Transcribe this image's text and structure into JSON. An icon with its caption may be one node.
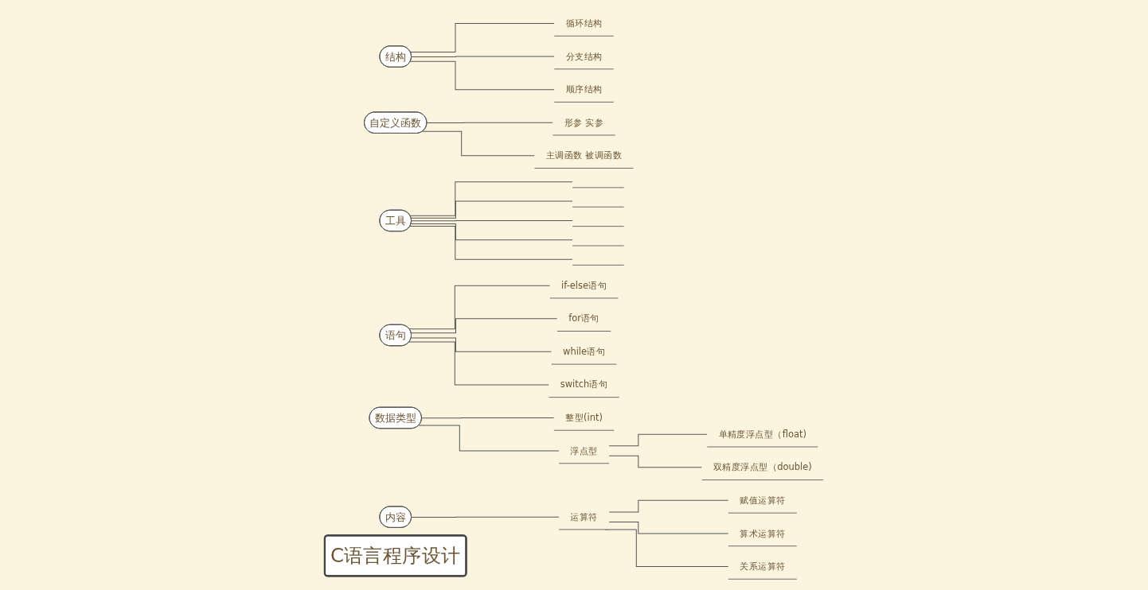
{
  "diagram": {
    "nodes": [
      {
        "text": [
          "结构"
        ]
      },
      {
        "text": [
          "循环结构"
        ]
      },
      {
        "text": [
          "分支结构"
        ]
      },
      {
        "text": [
          "顺序结构"
        ]
      },
      {
        "text": [
          "数据类型"
        ]
      },
      {
        "text": [
          "整型(int)"
        ]
      },
      {
        "text": [
          "浮点型"
        ]
      },
      {
        "text": [
          "单精度浮点型（float)"
        ]
      },
      {
        "text": [
          "双精度浮点型（double)"
        ]
      },
      {
        "text": [
          "自定义函数"
        ]
      },
      {
        "text": [
          "形参 实参"
        ]
      },
      {
        "text": [
          "主调函数 被调函数"
        ]
      },
      {
        "text": [
          "C语言程序设计"
        ]
      },
      {
        "text": [
          "工具"
        ]
      },
      {
        "text": [],
        "shape": "line"
      },
      {
        "text": [],
        "shape": "line"
      },
      {
        "text": [],
        "shape": "line"
      },
      {
        "text": [],
        "shape": "line"
      },
      {
        "text": [],
        "shape": "line"
      },
      {
        "text": [
          "语句"
        ]
      },
      {
        "text": [
          "if-else语句"
        ]
      },
      {
        "text": [
          "for语句"
        ]
      },
      {
        "text": [
          "while语句"
        ]
      },
      {
        "text": [
          "switch语句"
        ]
      },
      {
        "text": [
          "内容"
        ]
      },
      {
        "text": [
          "运算符"
        ]
      },
      {
        "text": [
          "赋值运算符"
        ]
      },
      {
        "text": [
          "算术运算符"
        ]
      },
      {
        "text": [
          "关系运算符"
        ]
      }
    ],
    "edges": [
      {
        "from": 0,
        "to": 1,
        "arrow": "none"
      },
      {
        "from": 0,
        "to": 2,
        "arrow": "none"
      },
      {
        "from": 0,
        "to": 3,
        "arrow": "none"
      },
      {
        "from": 4,
        "to": 5,
        "arrow": "none"
      },
      {
        "from": 4,
        "to": 6,
        "arrow": "none"
      },
      {
        "from": 6,
        "to": 7,
        "arrow": "none"
      },
      {
        "from": 6,
        "to": 8,
        "arrow": "none"
      },
      {
        "from": 9,
        "to": 10,
        "arrow": "none"
      },
      {
        "from": 9,
        "to": 11,
        "arrow": "none"
      },
      {
        "from": 13,
        "to": 14,
        "arrow": "none"
      },
      {
        "from": 13,
        "to": 15,
        "arrow": "none"
      },
      {
        "from": 13,
        "to": 16,
        "arrow": "none"
      },
      {
        "from": 13,
        "to": 17,
        "arrow": "none"
      },
      {
        "from": 13,
        "to": 18,
        "arrow": "none"
      },
      {
        "from": 19,
        "to": 20,
        "arrow": "none"
      },
      {
        "from": 19,
        "to": 21,
        "arrow": "none"
      },
      {
        "from": 19,
        "to": 22,
        "arrow": "none"
      },
      {
        "from": 19,
        "to": 23,
        "arrow": "none"
      },
      {
        "from": 24,
        "to": 25,
        "arrow": "none"
      },
      {
        "from": 25,
        "to": 26,
        "arrow": "none"
      },
      {
        "from": 25,
        "to": 27,
        "arrow": "none"
      },
      {
        "from": 25,
        "to": 28,
        "arrow": "none"
      }
    ]
  }
}
